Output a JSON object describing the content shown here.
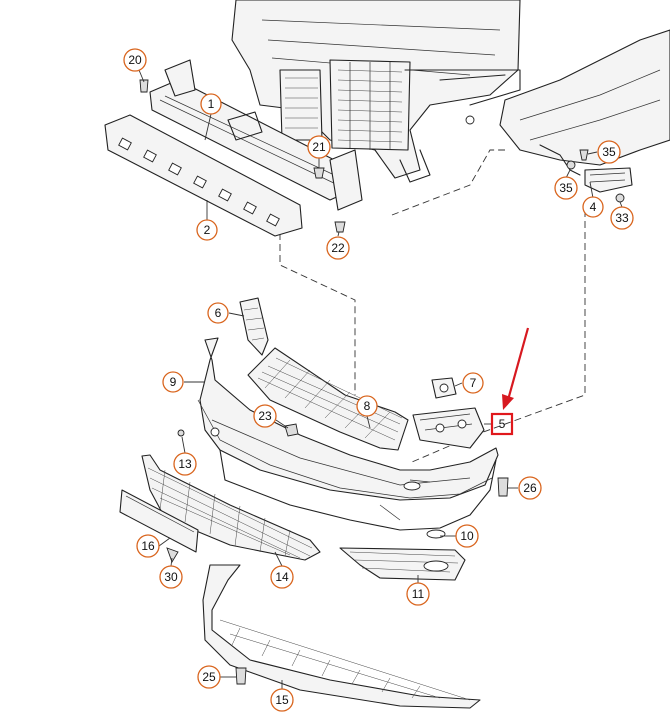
{
  "callouts": [
    {
      "id": "c1",
      "label": "1"
    },
    {
      "id": "c2",
      "label": "2"
    },
    {
      "id": "c4",
      "label": "4"
    },
    {
      "id": "c5",
      "label": "5"
    },
    {
      "id": "c6",
      "label": "6"
    },
    {
      "id": "c7",
      "label": "7"
    },
    {
      "id": "c8",
      "label": "8"
    },
    {
      "id": "c9",
      "label": "9"
    },
    {
      "id": "c10",
      "label": "10"
    },
    {
      "id": "c11",
      "label": "11"
    },
    {
      "id": "c13",
      "label": "13"
    },
    {
      "id": "c14",
      "label": "14"
    },
    {
      "id": "c15",
      "label": "15"
    },
    {
      "id": "c16",
      "label": "16"
    },
    {
      "id": "c20",
      "label": "20"
    },
    {
      "id": "c21",
      "label": "21"
    },
    {
      "id": "c22",
      "label": "22"
    },
    {
      "id": "c23",
      "label": "23"
    },
    {
      "id": "c25",
      "label": "25"
    },
    {
      "id": "c26",
      "label": "26"
    },
    {
      "id": "c30",
      "label": "30"
    },
    {
      "id": "c33",
      "label": "33"
    },
    {
      "id": "c35a",
      "label": "35"
    },
    {
      "id": "c35b",
      "label": "35"
    }
  ],
  "highlighted_part": "5",
  "colors": {
    "callout_ring": "#d9651e",
    "highlight": "#e0181c",
    "arrow": "#d71920",
    "line": "#222222"
  }
}
